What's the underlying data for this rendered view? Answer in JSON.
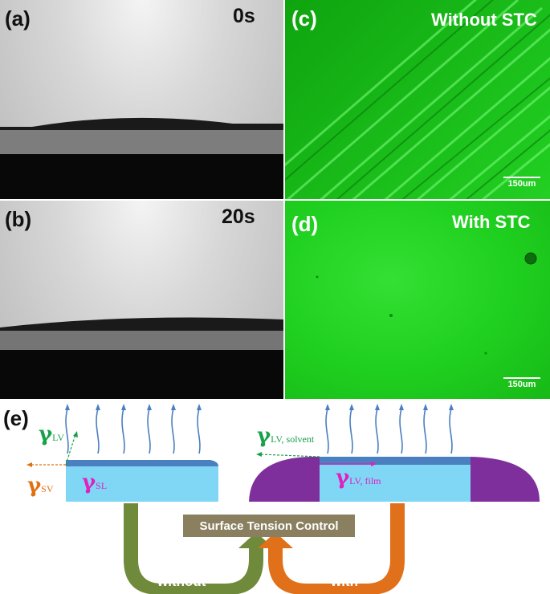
{
  "panels": {
    "a": {
      "label": "(a)",
      "time": "0s"
    },
    "b": {
      "label": "(b)",
      "time": "20s"
    },
    "c": {
      "label": "(c)",
      "caption": "Without STC",
      "scale": "150um"
    },
    "d": {
      "label": "(d)",
      "caption": "With STC",
      "scale": "150um"
    },
    "e": {
      "label": "(e)"
    }
  },
  "diagram": {
    "gamma_lv": "γ",
    "gamma_lv_sub": "LV",
    "gamma_sv": "γ",
    "gamma_sv_sub": "SV",
    "gamma_sl": "γ",
    "gamma_sl_sub": "SL",
    "gamma_lv_solvent": "γ",
    "gamma_lv_solvent_sub": "LV, solvent",
    "gamma_lv_film": "γ",
    "gamma_lv_film_sub": "LV, film",
    "center_label": "Surface Tension Control",
    "left_arrow_label": "without",
    "right_arrow_label": "with"
  },
  "colors": {
    "substrate": "#7fd7f5",
    "film": "#4a7fc0",
    "solvent_purple": "#7e2f9b",
    "left_arrow": "#6f8a3a",
    "right_arrow": "#e0701a",
    "vapor_lines": "#4a7fc0",
    "gamma_green": "#18a04a",
    "gamma_orange": "#e07010",
    "gamma_magenta": "#e020c0"
  }
}
